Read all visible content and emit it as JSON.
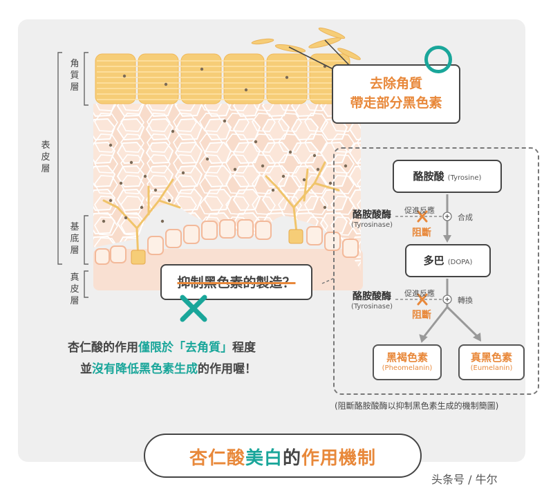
{
  "layers": {
    "stratum_corneum": "角質層",
    "epidermis": "表皮層",
    "basal_layer": "基底層",
    "dermis": "真皮層"
  },
  "callouts": {
    "exfoliate_line1": "去除角質",
    "exfoliate_line2": "帶走部分黑色素",
    "inhibit_text": "抑制黑色素的製造？"
  },
  "caption": {
    "l1_a": "杏仁酸的作用",
    "l1_b": "僅限於「去角質」",
    "l1_c": "程度",
    "l2_a": "並",
    "l2_b": "沒有降低黑色素生成",
    "l2_c": "的作用喔！"
  },
  "pathway": {
    "tyrosine": "酪胺酸",
    "tyrosine_en": "(Tyrosine)",
    "enzyme": "酪胺酸酶",
    "enzyme_en": "(Tyrosinase)",
    "promote": "促進反應",
    "synth": "合成",
    "convert": "轉換",
    "block": "阻斷",
    "dopa": "多巴",
    "dopa_en": "(DOPA)",
    "pheo": "黑褐色素",
    "pheo_en": "(Pheomelanin)",
    "eu": "真黑色素",
    "eu_en": "(Eumelanin)",
    "caption": "(阻斷酪胺酸酶以抑制黑色素生成的機制簡圖)"
  },
  "title": {
    "a": "杏仁酸",
    "b": "美白",
    "c": "的",
    "d": "作用機制"
  },
  "watermark": "头条号 / 牛尔",
  "colors": {
    "orange": "#e8883a",
    "teal": "#1aa69a",
    "skin_fill": "#f8d9c6",
    "corneum_fill": "#f6cd77"
  }
}
